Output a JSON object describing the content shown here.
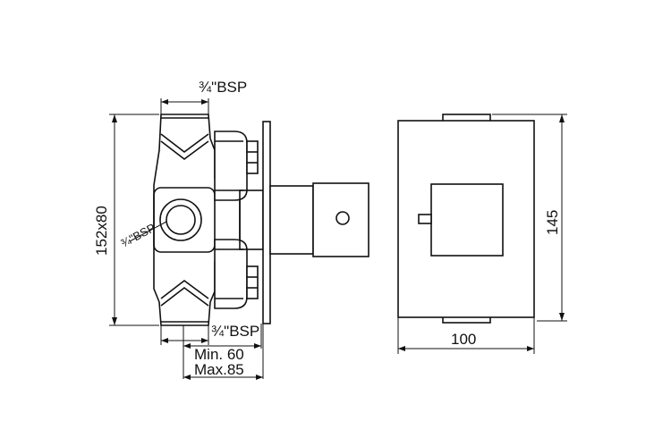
{
  "labels": {
    "bsp_top": "¾\"BSP",
    "bsp_side": "¾\"BSP",
    "bsp_bottom": "¾\"BSP",
    "size_vertical": "152x80",
    "depth_min": "Min. 60",
    "depth_max": "Max.85",
    "height_right": "145",
    "width_bottom": "100"
  },
  "colors": {
    "line": "#111111",
    "background": "#ffffff"
  }
}
